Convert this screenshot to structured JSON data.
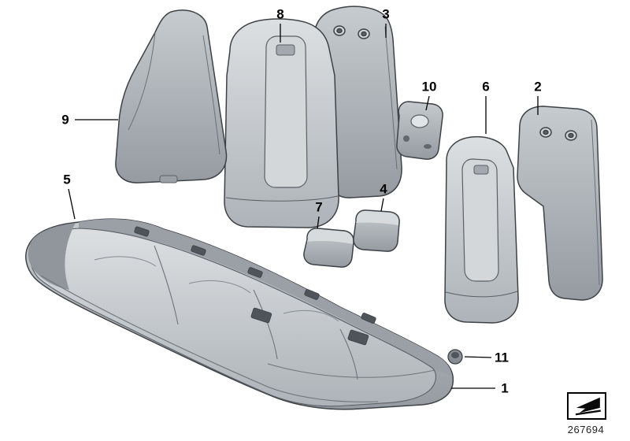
{
  "diagram": {
    "kind": "seat-parts-exploded-diagram",
    "callouts": [
      {
        "id": 1,
        "label": "1"
      },
      {
        "id": 2,
        "label": "2"
      },
      {
        "id": 3,
        "label": "3"
      },
      {
        "id": 4,
        "label": "4"
      },
      {
        "id": 5,
        "label": "5"
      },
      {
        "id": 6,
        "label": "6"
      },
      {
        "id": 7,
        "label": "7"
      },
      {
        "id": 8,
        "label": "8"
      },
      {
        "id": 9,
        "label": "9"
      },
      {
        "id": 10,
        "label": "10"
      },
      {
        "id": 11,
        "label": "11"
      }
    ],
    "drawing_number": "267694",
    "colors": {
      "background": "#ffffff",
      "outline": "#3d4247",
      "part_light": "#d6d9dc",
      "part_mid": "#b2b8bd",
      "part_dark": "#8d9399",
      "callout_text": "#000000"
    }
  }
}
